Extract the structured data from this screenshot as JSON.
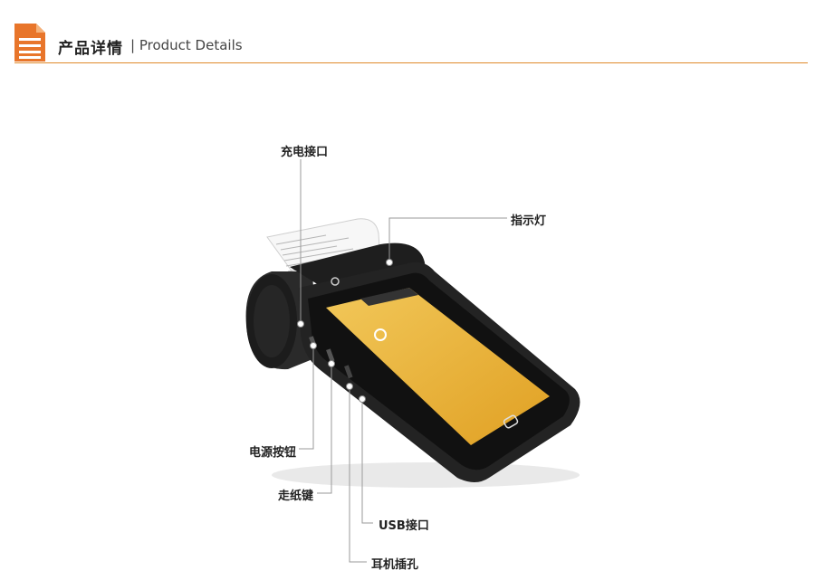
{
  "header": {
    "title": "产品详情",
    "subtitle": "| Product Details"
  },
  "callouts": {
    "charging_port": "充电接口",
    "indicator_light": "指示灯",
    "power_button": "电源按钮",
    "paper_feed_key": "走纸键",
    "usb_port": "USB接口",
    "headphone_jack": "耳机插孔"
  },
  "colors": {
    "accent": "#e8752a",
    "rule": "#e08a2a",
    "screen_top": "#f0c04a",
    "screen_bottom": "#e3a52a"
  }
}
